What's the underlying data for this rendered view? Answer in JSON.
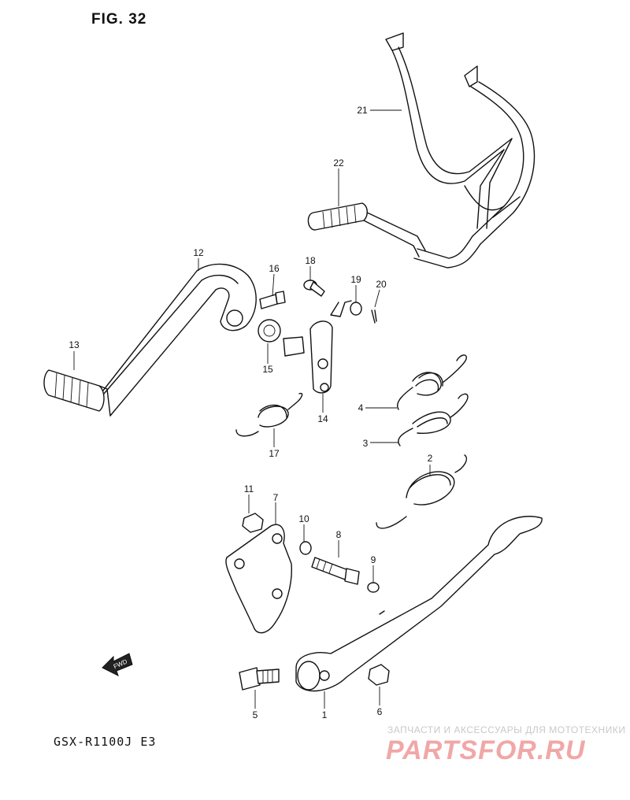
{
  "figure": {
    "title": "FIG. 32",
    "model": "GSX-R1100J  E3"
  },
  "direction": {
    "label": "FWD"
  },
  "watermark": {
    "tagline": "ЗАПЧАСТИ И АКСЕССУАРЫ ДЛЯ МОТОТЕХНИКИ",
    "logo": "PARTSFOR.RU",
    "color": "#f1a7a7"
  },
  "callouts": [
    {
      "id": "21",
      "text": "21"
    },
    {
      "id": "22",
      "text": "22"
    },
    {
      "id": "12",
      "text": "12"
    },
    {
      "id": "16",
      "text": "16"
    },
    {
      "id": "18",
      "text": "18"
    },
    {
      "id": "19",
      "text": "19"
    },
    {
      "id": "20",
      "text": "20"
    },
    {
      "id": "13",
      "text": "13"
    },
    {
      "id": "15",
      "text": "15"
    },
    {
      "id": "14",
      "text": "14"
    },
    {
      "id": "4",
      "text": "4"
    },
    {
      "id": "3",
      "text": "3"
    },
    {
      "id": "17",
      "text": "17"
    },
    {
      "id": "2",
      "text": "2"
    },
    {
      "id": "11",
      "text": "11"
    },
    {
      "id": "7",
      "text": "7"
    },
    {
      "id": "10",
      "text": "10"
    },
    {
      "id": "8",
      "text": "8"
    },
    {
      "id": "9",
      "text": "9"
    },
    {
      "id": "5",
      "text": "5"
    },
    {
      "id": "1",
      "text": "1"
    },
    {
      "id": "6",
      "text": "6"
    }
  ]
}
